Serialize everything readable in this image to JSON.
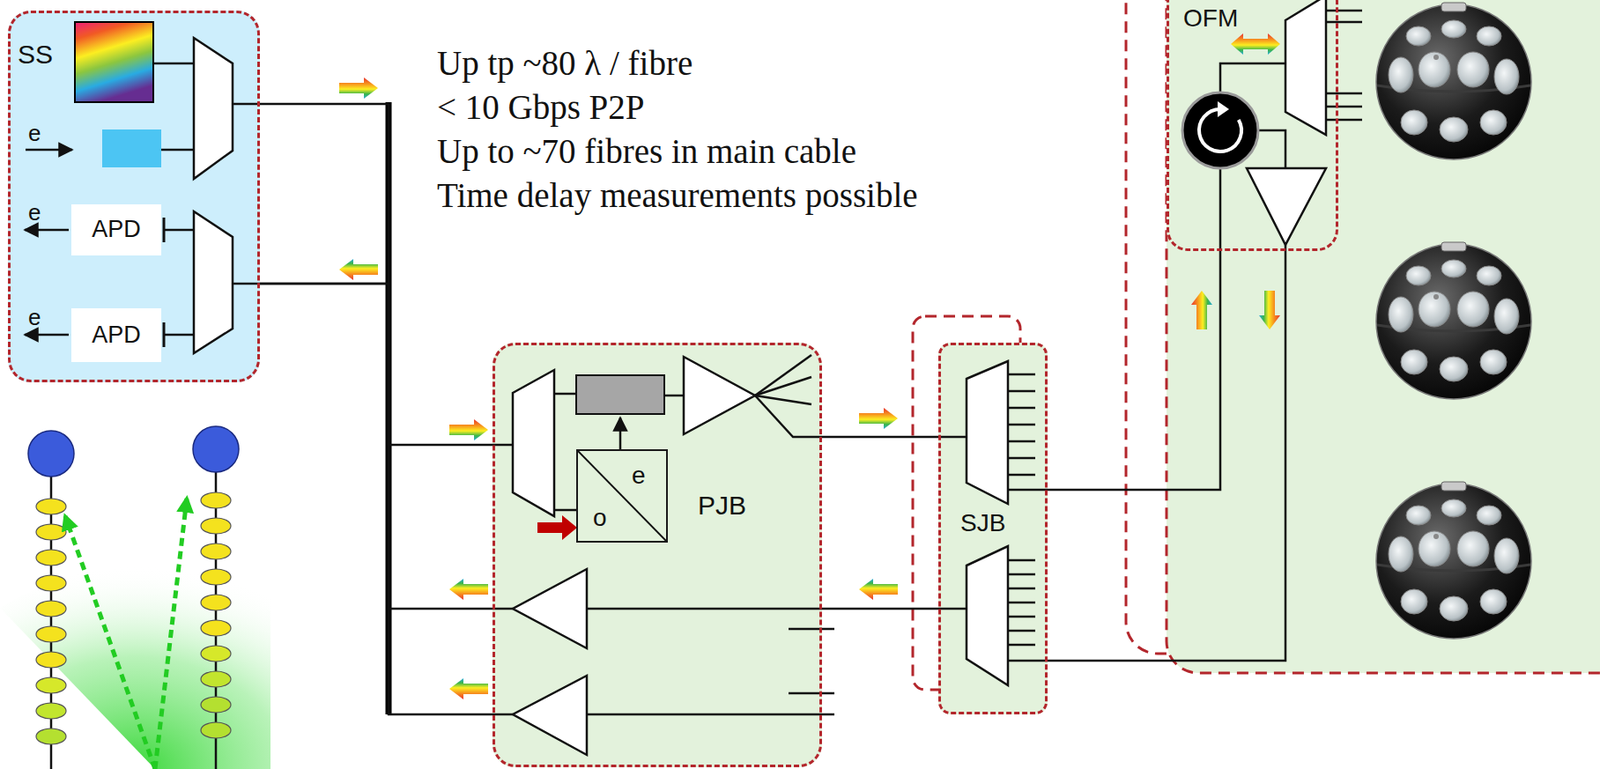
{
  "diagram": {
    "nodes": [
      {
        "text": [
          "SS"
        ]
      },
      {
        "text": [
          "APD"
        ],
        "in": 0
      },
      {
        "text": [
          "APD"
        ],
        "in": 0
      },
      {
        "text": [
          "PJB"
        ]
      },
      {
        "text": [
          "e",
          "o"
        ],
        "in": 3
      },
      {
        "text": [
          "SJB"
        ]
      },
      {
        "text": [
          "OFM"
        ]
      }
    ],
    "edges": [
      {
        "from": 0,
        "to": 3,
        "arrow": "none"
      },
      {
        "from": 3,
        "to": 0,
        "arrow": "none"
      },
      {
        "from": 3,
        "to": 0,
        "arrow": "none"
      },
      {
        "from": 3,
        "to": 5,
        "arrow": "none"
      },
      {
        "from": 5,
        "to": 3,
        "arrow": "none"
      },
      {
        "from": 5,
        "to": 6,
        "arrow": "none"
      },
      {
        "from": 6,
        "to": 5,
        "arrow": "none"
      }
    ],
    "labels": [
      "Up tp ~80 λ / fibre",
      "< 10 Gbps P2P",
      "Up to ~70 fibres in main cable",
      "Time delay measurements possible",
      "e",
      "e",
      "e"
    ]
  }
}
